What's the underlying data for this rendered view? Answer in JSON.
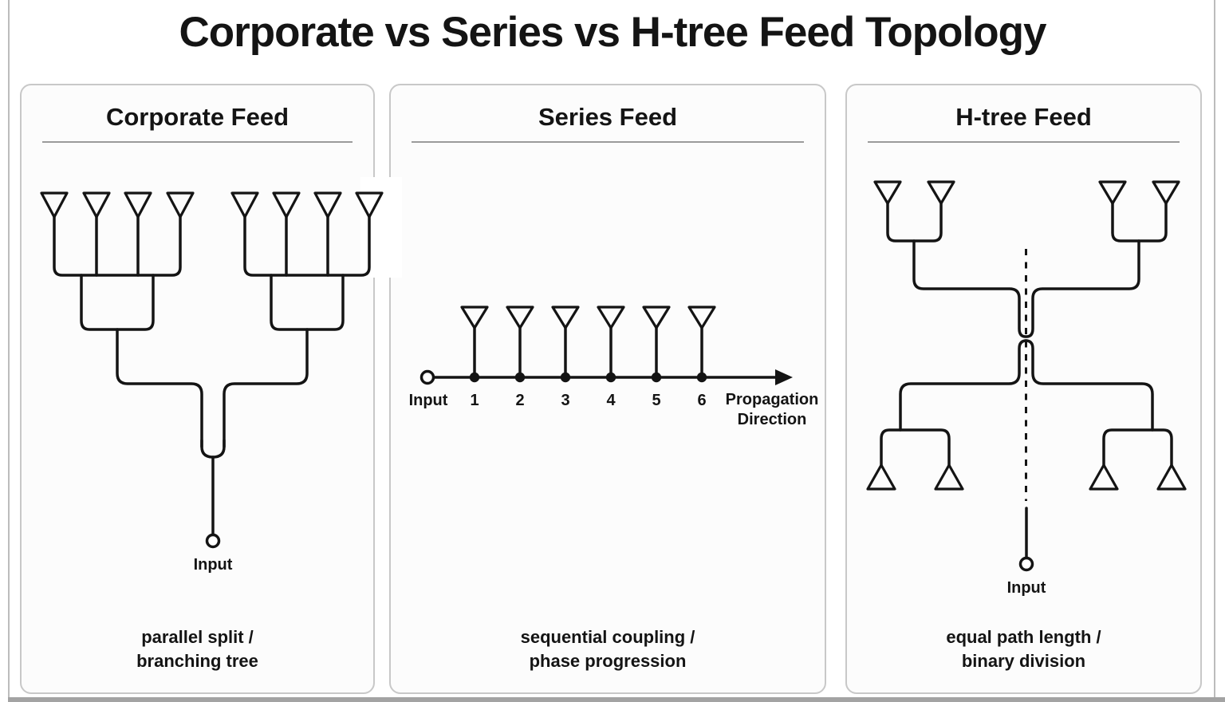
{
  "page": {
    "title": "Corporate vs Series vs H-tree Feed Topology"
  },
  "colors": {
    "line": "#141414",
    "panel_border": "#c8c8c8",
    "panel_background": "#fcfcfc",
    "underline": "#9b9b9b",
    "page_background": "#ffffff",
    "edge_line": "#bcbcbc",
    "bottom_bar": "#a3a3a3"
  },
  "panels": {
    "corporate": {
      "title": "Corporate Feed",
      "caption_line1": "parallel split /",
      "caption_line2": "branching tree",
      "input_label": "Input",
      "antenna_count": 8
    },
    "series": {
      "title": "Series Feed",
      "caption_line1": "sequential coupling /",
      "caption_line2": "phase progression",
      "input_label": "Input",
      "element_labels": [
        "1",
        "2",
        "3",
        "4",
        "5",
        "6"
      ],
      "direction_label_line1": "Propagation",
      "direction_label_line2": "Direction",
      "antenna_count": 6
    },
    "htree": {
      "title": "H-tree Feed",
      "caption_line1": "equal path length /",
      "caption_line2": "binary division",
      "input_label": "Input",
      "antenna_count": 8
    }
  }
}
